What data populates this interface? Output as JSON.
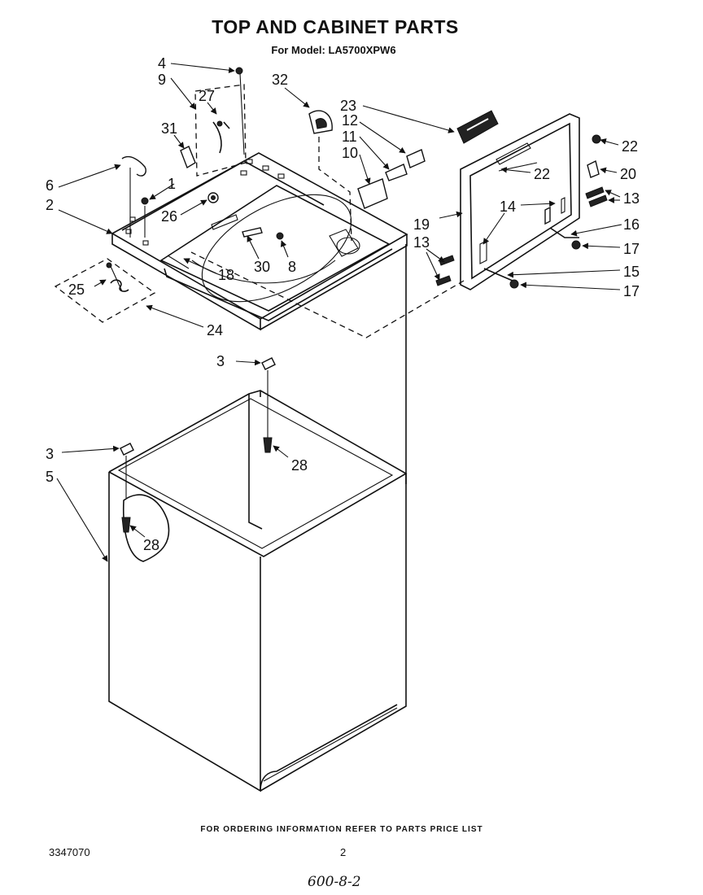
{
  "title": "TOP AND CABINET PARTS",
  "subtitle": "For Model: LA5700XPW6",
  "footer_note": "FOR ORDERING INFORMATION REFER TO PARTS PRICE LIST",
  "document_number": "3347070",
  "page_number": "2",
  "handwritten_note": "600-8-2",
  "callouts": {
    "c1": "1",
    "c2": "2",
    "c3a": "3",
    "c3b": "3",
    "c4": "4",
    "c5": "5",
    "c6": "6",
    "c8": "8",
    "c9": "9",
    "c10": "10",
    "c11": "11",
    "c12": "12",
    "c13a": "13",
    "c13b": "13",
    "c14": "14",
    "c15": "15",
    "c16": "16",
    "c17a": "17",
    "c17b": "17",
    "c18": "18",
    "c19": "19",
    "c20": "20",
    "c22a": "22",
    "c22b": "22",
    "c23": "23",
    "c24": "24",
    "c25": "25",
    "c26": "26",
    "c27": "27",
    "c28a": "28",
    "c28b": "28",
    "c30": "30",
    "c31": "31",
    "c32": "32"
  }
}
